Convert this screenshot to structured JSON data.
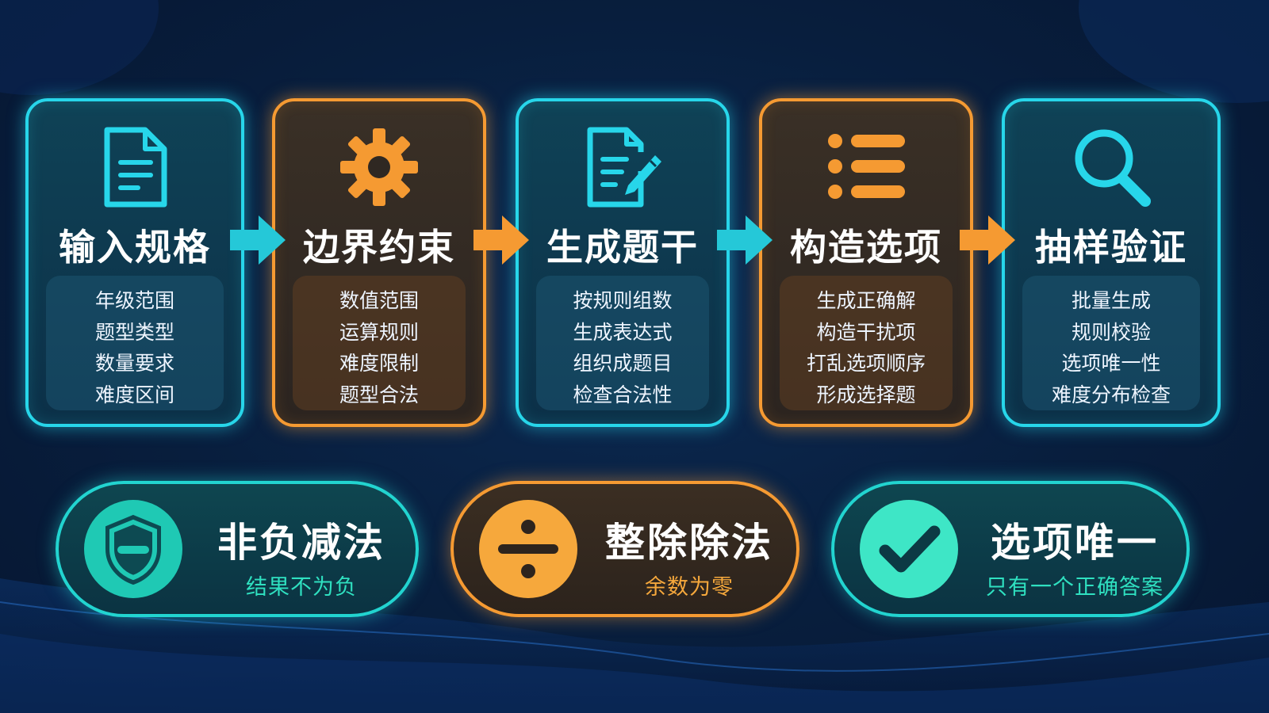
{
  "colors": {
    "cyan": "#27d6ea",
    "orange": "#f59a32",
    "teal": "#22d4d0",
    "check": "#3ee6c6",
    "background": "#081e3d"
  },
  "steps": [
    {
      "title": "输入规格",
      "icon": "document-icon",
      "theme": "cyan",
      "items": [
        "年级范围",
        "题型类型",
        "数量要求",
        "难度区间"
      ]
    },
    {
      "title": "边界约束",
      "icon": "gear-icon",
      "theme": "orange",
      "items": [
        "数值范围",
        "运算规则",
        "难度限制",
        "题型合法"
      ]
    },
    {
      "title": "生成题干",
      "icon": "document-edit-icon",
      "theme": "cyan",
      "items": [
        "按规则组数",
        "生成表达式",
        "组织成题目",
        "检查合法性"
      ]
    },
    {
      "title": "构造选项",
      "icon": "list-icon",
      "theme": "orange",
      "items": [
        "生成正确解",
        "构造干扰项",
        "打乱选项顺序",
        "形成选择题"
      ]
    },
    {
      "title": "抽样验证",
      "icon": "magnifier-icon",
      "theme": "cyan",
      "items": [
        "批量生成",
        "规则校验",
        "选项唯一性",
        "难度分布检查"
      ]
    }
  ],
  "rules": [
    {
      "title": "非负减法",
      "subtitle": "结果不为负",
      "icon": "shield-minus-icon",
      "theme": "cyan"
    },
    {
      "title": "整除除法",
      "subtitle": "余数为零",
      "icon": "divide-icon",
      "theme": "orange"
    },
    {
      "title": "选项唯一",
      "subtitle": "只有一个正确答案",
      "icon": "checkmark-icon",
      "theme": "cyan"
    }
  ]
}
